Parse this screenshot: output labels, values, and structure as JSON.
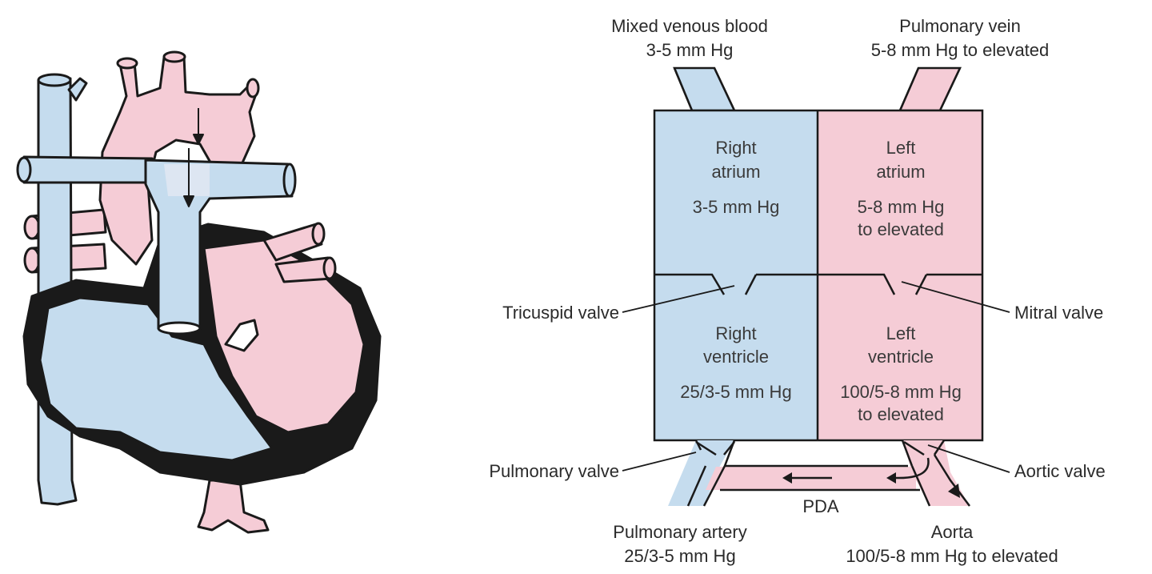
{
  "colors": {
    "venous": "#c5dcee",
    "arterial": "#f5ccd6",
    "outline": "#1a1a1a",
    "text": "#2a2a2a"
  },
  "labels": {
    "mixed_venous_title": "Mixed venous blood",
    "mixed_venous_pressure": "3-5 mm Hg",
    "pulmonary_vein_title": "Pulmonary vein",
    "pulmonary_vein_pressure": "5-8 mm Hg to elevated",
    "tricuspid_valve": "Tricuspid valve",
    "mitral_valve": "Mitral valve",
    "pulmonary_valve": "Pulmonary valve",
    "aortic_valve": "Aortic valve",
    "pda": "PDA",
    "pulmonary_artery_title": "Pulmonary artery",
    "pulmonary_artery_pressure": "25/3-5 mm Hg",
    "aorta_title": "Aorta",
    "aorta_pressure": "100/5-8 mm Hg to elevated"
  },
  "chambers": {
    "right_atrium": {
      "line1": "Right",
      "line2": "atrium",
      "pressure1": "3-5 mm Hg",
      "pressure2": ""
    },
    "left_atrium": {
      "line1": "Left",
      "line2": "atrium",
      "pressure1": "5-8 mm Hg",
      "pressure2": "to elevated"
    },
    "right_ventricle": {
      "line1": "Right",
      "line2": "ventricle",
      "pressure1": "25/3-5 mm Hg",
      "pressure2": ""
    },
    "left_ventricle": {
      "line1": "Left",
      "line2": "ventricle",
      "pressure1": "100/5-8 mm Hg",
      "pressure2": "to elevated"
    }
  }
}
